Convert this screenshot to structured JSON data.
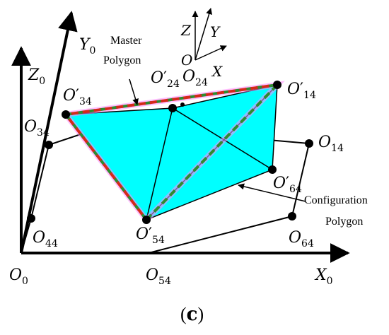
{
  "colors": {
    "polygon_fill": "#00ffff",
    "master_dash_red": "#d42a1a",
    "master_dash_green": "#2e8b2e",
    "glow": "#ff88ff",
    "ink": "#000000"
  },
  "labels": {
    "y0": {
      "main": "Y",
      "sub": "0"
    },
    "z0": {
      "main": "Z",
      "sub": "0"
    },
    "x0": {
      "main": "X",
      "sub": "0"
    },
    "o0": {
      "main": "O",
      "sub": "0"
    },
    "o34": {
      "main": "O",
      "sub": "34"
    },
    "o44": {
      "main": "O",
      "sub": "44"
    },
    "o54": {
      "main": "O",
      "sub": "54"
    },
    "o64": {
      "main": "O",
      "sub": "64"
    },
    "o14": {
      "main": "O",
      "sub": "14"
    },
    "o24": {
      "main": "O",
      "sub": "24"
    },
    "o34p": {
      "main": "O",
      "prime": "′",
      "sub": "34"
    },
    "o24p": {
      "main": "O",
      "prime": "′",
      "sub": "24"
    },
    "o14p": {
      "main": "O",
      "prime": "′",
      "sub": "14"
    },
    "o64p": {
      "main": "O",
      "prime": "′",
      "sub": "64"
    },
    "o54p": {
      "main": "O",
      "prime": "′",
      "sub": "54"
    },
    "local_z": "Z",
    "local_y": "Y",
    "local_x": "X",
    "local_o": "O"
  },
  "notes": {
    "master_line1": "Master",
    "master_line2": "Polygon",
    "config_line1": "Configuration",
    "config_line2": "Polygon"
  },
  "caption": {
    "open": "(",
    "letter": "c",
    "close": ")"
  }
}
